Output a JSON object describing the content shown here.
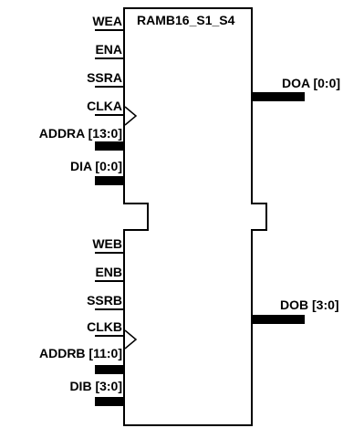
{
  "block_title": "RAMB16_S1_S4",
  "port_a": {
    "wea": "WEA",
    "ena": "ENA",
    "ssra": "SSRA",
    "clka": "CLKA",
    "addra": "ADDRA [13:0]",
    "dia": "DIA [0:0]",
    "doa": "DOA [0:0]"
  },
  "port_b": {
    "web": "WEB",
    "enb": "ENB",
    "ssrb": "SSRB",
    "clkb": "CLKB",
    "addrb": "ADDRB [11:0]",
    "dib": "DIB [3:0]",
    "dob": "DOB [3:0]"
  }
}
